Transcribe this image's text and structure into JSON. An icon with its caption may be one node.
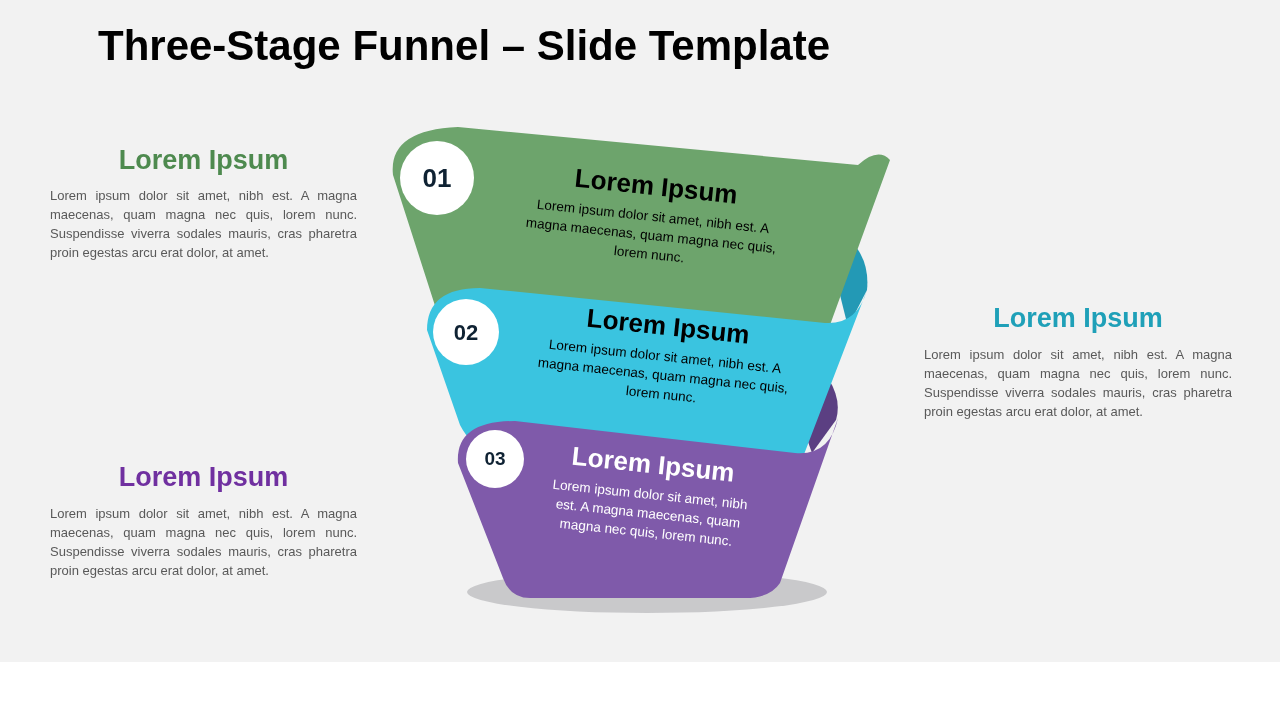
{
  "diagram": {
    "title": "Three-Stage Funnel – Slide Template",
    "nodes": [
      {
        "text": [
          "Lorem Ipsum",
          "Lorem ipsum dolor sit amet, nibh est. A magna maecenas, quam magna nec quis, lorem nunc."
        ]
      },
      {
        "text": [
          "01"
        ],
        "in": 0
      },
      {
        "text": [
          "Lorem Ipsum",
          "Lorem ipsum dolor sit amet, nibh est. A magna maecenas, quam magna nec quis, lorem nunc."
        ]
      },
      {
        "text": [
          "02"
        ],
        "in": 2
      },
      {
        "text": [
          "Lorem Ipsum",
          "Lorem ipsum dolor sit amet, nibh est. A magna maecenas, quam magna nec quis, lorem nunc."
        ]
      },
      {
        "text": [
          "03"
        ],
        "in": 4
      }
    ],
    "labels": [
      "Lorem Ipsum",
      "Lorem ipsum dolor sit amet, nibh est. A magna maecenas, quam magna nec quis, lorem nunc. Suspendisse viverra sodales mauris, cras pharetra proin egestas arcu erat dolor, at amet.",
      "Lorem Ipsum",
      "Lorem ipsum dolor sit amet, nibh est. A magna maecenas, quam magna nec quis, lorem nunc. Suspendisse viverra sodales mauris, cras pharetra proin egestas arcu erat dolor, at amet.",
      "Lorem Ipsum",
      "Lorem ipsum dolor sit amet, nibh est. A magna maecenas, quam magna nec quis, lorem nunc. Suspendisse viverra sodales mauris, cras pharetra proin egestas arcu erat dolor, at amet."
    ]
  }
}
